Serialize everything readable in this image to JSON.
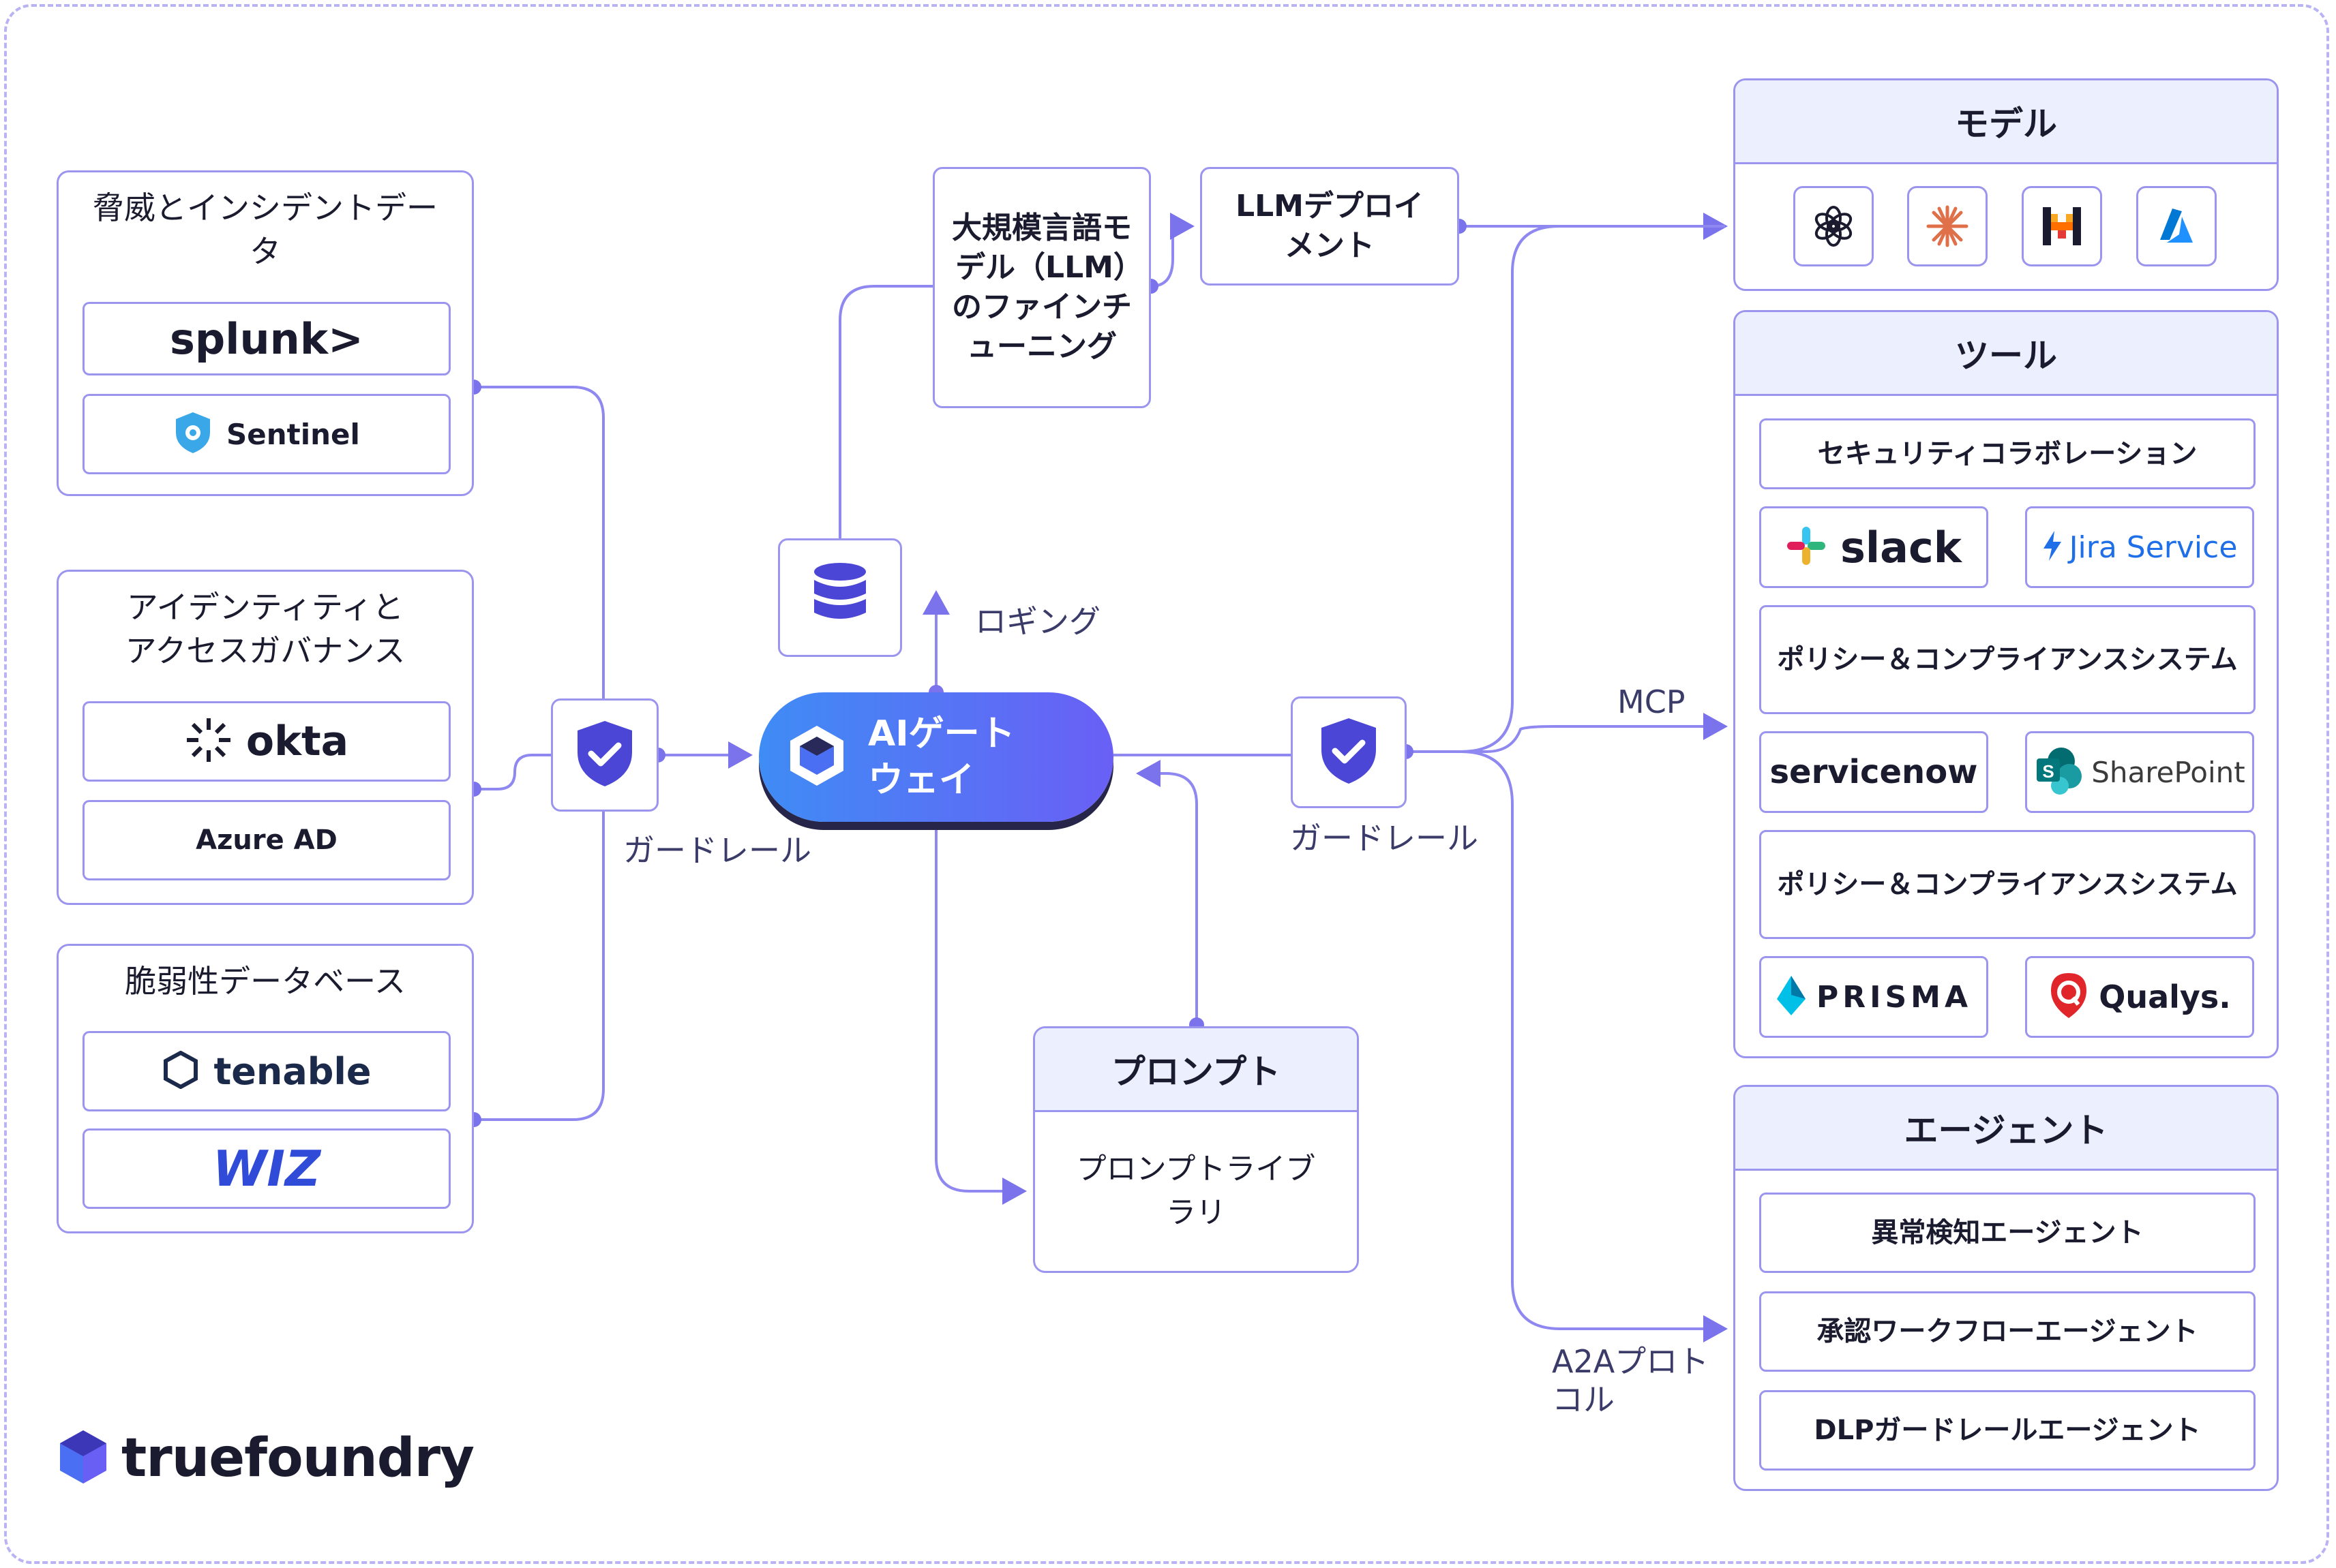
{
  "threat": {
    "title": "脅威とインシデントデータ",
    "items": [
      "splunk>",
      "Sentinel"
    ]
  },
  "identity": {
    "title": "アイデンティティとアクセスガバナンス",
    "items": [
      "okta",
      "Azure AD"
    ]
  },
  "vuln": {
    "title": "脆弱性データベース",
    "items": [
      "tenable",
      "WIZ"
    ]
  },
  "finetune": {
    "label": "大規模言語モデル（LLM）のファインチューニング"
  },
  "llm_deploy": {
    "label": "LLMデプロイメント"
  },
  "logging_label": "ロギング",
  "gateway": {
    "label": "AIゲートウェイ"
  },
  "left_guardrail_label": "ガードレール",
  "right_guardrail_label": "ガードレール",
  "prompt": {
    "title": "プロンプト",
    "body": "プロンプトライブラリ"
  },
  "mcp_label": "MCP",
  "a2a_label": "A2Aプロトコル",
  "models": {
    "title": "モデル",
    "icons": [
      "openai-icon",
      "anthropic-icon",
      "mistral-icon",
      "azure-icon"
    ]
  },
  "tools": {
    "title": "ツール",
    "security_collab": "セキュリティコラボレーション",
    "collab_logos": [
      "slack",
      "Jira Service"
    ],
    "policy1": "ポリシー＆コンプライアンスシステム",
    "policy_logos": [
      "servicenow",
      "SharePoint"
    ],
    "policy2": "ポリシー＆コンプライアンスシステム",
    "sec_logos": [
      "PRISMA",
      "Qualys."
    ]
  },
  "agents": {
    "title": "エージェント",
    "items": [
      "異常検知エージェント",
      "承認ワークフローエージェント",
      "DLPガードレールエージェント"
    ]
  },
  "brand": {
    "name": "truefoundry"
  },
  "colors": {
    "accent": "#7b73ec",
    "border": "#9c95ef",
    "header_bg": "#eceffd",
    "gateway_start": "#3f8cf5",
    "gateway_end": "#6a5ff5"
  }
}
